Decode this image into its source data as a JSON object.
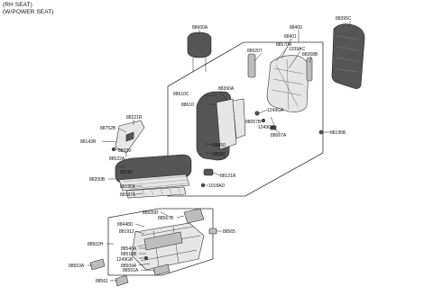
{
  "header": {
    "line1": "(RH SEAT)",
    "line2": "(W/POWER SEAT)"
  },
  "labels": {
    "p88600A": "88600A",
    "p88400": "88400",
    "p88395C": "88395C",
    "p88401": "88401",
    "p88570R": "88570R",
    "p88920T": "88920T",
    "p1339AC": "1339AC",
    "p88358B": "88358B",
    "p88610C": "88610C",
    "p88390A": "88390A",
    "p88610": "88610",
    "p1249GA_1": "1249GA",
    "p88057B": "88057B",
    "p1249GA_2": "1249GA",
    "p88195B": "88195B",
    "p88067A": "88067A",
    "p88450": "88450",
    "p88380": "88380",
    "p88221R": "88221R",
    "p88752B": "88752B",
    "p88143R": "88143R",
    "p88339": "88339",
    "p88522A": "88522A",
    "p88180": "88180",
    "p88200B": "88200B",
    "p88190A": "88190A",
    "p88197A": "88197A",
    "p88121R": "88121R",
    "p1018AD": "1018AD",
    "p88500D": "88500D",
    "p88567B": "88567B",
    "p88448D": "88448D",
    "p88191J": "88191J",
    "p88565": "88565",
    "p88502H": "88502H",
    "p88540A": "88540A",
    "p88516B": "88516B",
    "p1249GB": "1249GB",
    "p88563A": "88563A",
    "p88509A": "88509A",
    "p88551A": "88551A",
    "p88561": "88561"
  }
}
